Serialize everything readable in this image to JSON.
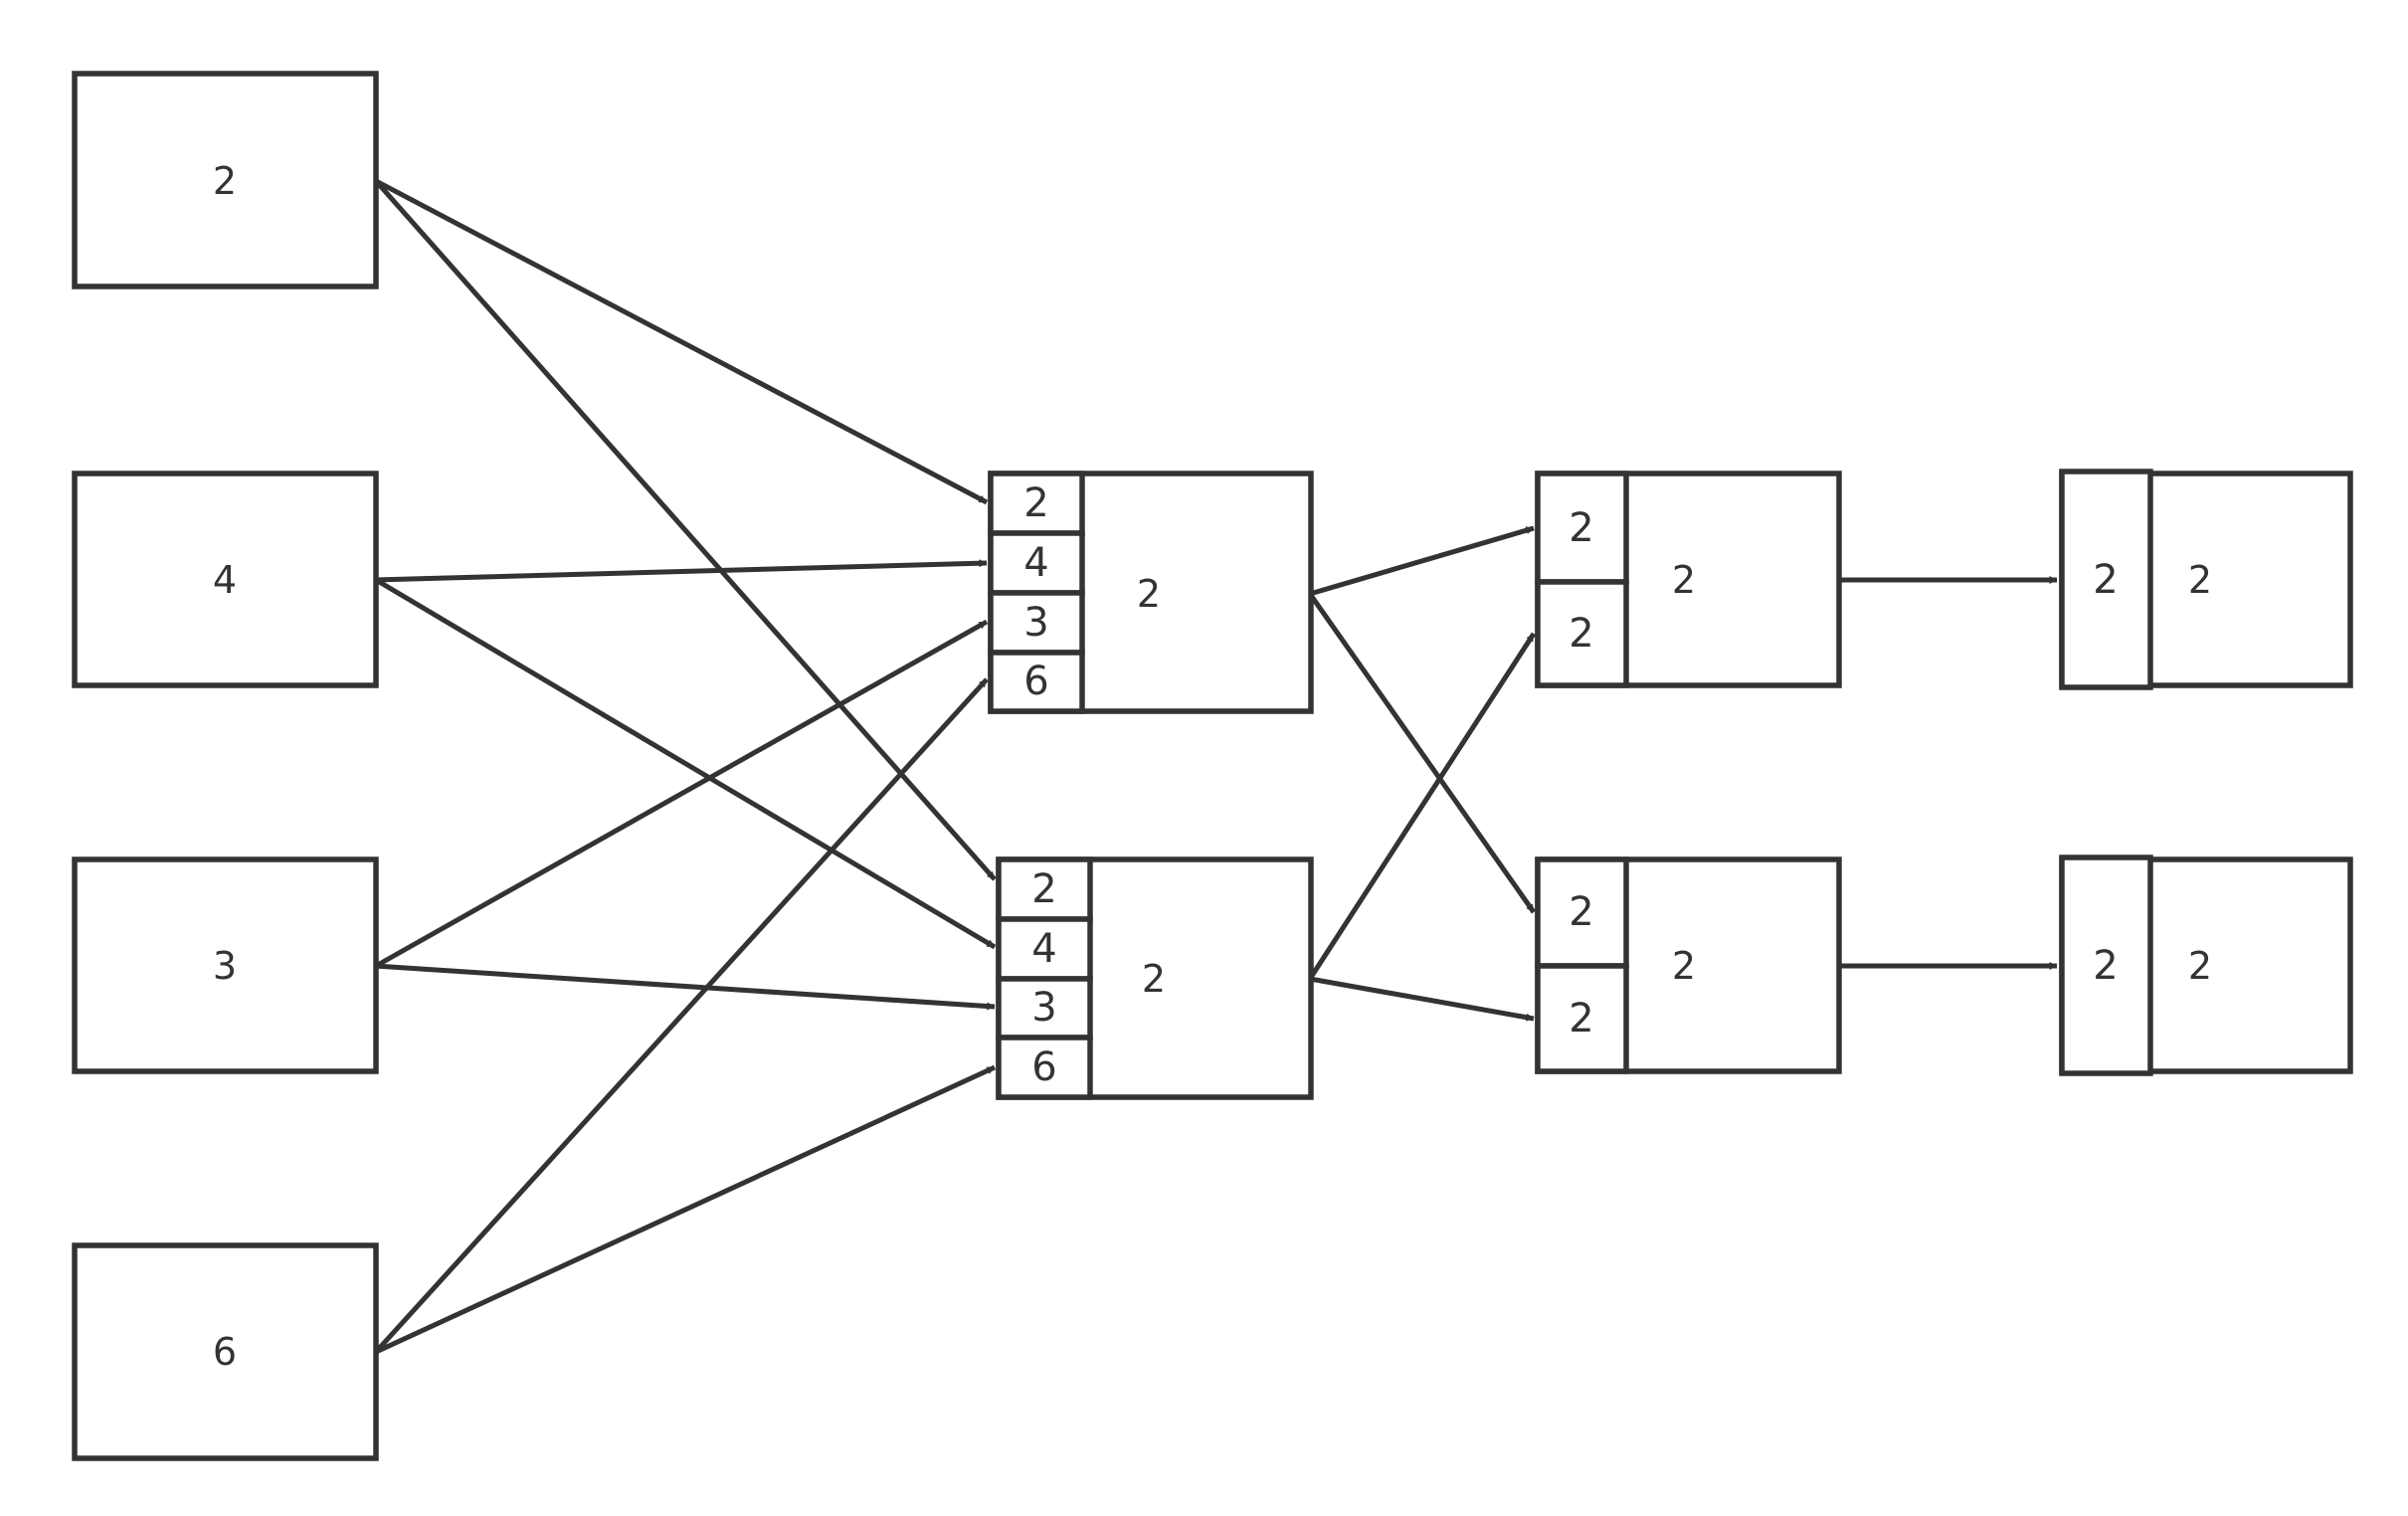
{
  "colors": {
    "stroke": "#333333",
    "background": "#ffffff"
  },
  "inputs": [
    {
      "id": "in1",
      "label": "2"
    },
    {
      "id": "in2",
      "label": "4"
    },
    {
      "id": "in3",
      "label": "3"
    },
    {
      "id": "in4",
      "label": "6"
    }
  ],
  "stage1": [
    {
      "id": "s1a",
      "slots": [
        "2",
        "4",
        "3",
        "6"
      ],
      "label": "2"
    },
    {
      "id": "s1b",
      "slots": [
        "2",
        "4",
        "3",
        "6"
      ],
      "label": "2"
    }
  ],
  "stage2": [
    {
      "id": "s2a",
      "slots": [
        "2",
        "2"
      ],
      "label": "2"
    },
    {
      "id": "s2b",
      "slots": [
        "2",
        "2"
      ],
      "label": "2"
    }
  ],
  "stage3": [
    {
      "id": "s3a",
      "slots": [
        "2"
      ],
      "label": "2"
    },
    {
      "id": "s3b",
      "slots": [
        "2"
      ],
      "label": "2"
    }
  ],
  "edges": [
    {
      "from": "in1",
      "to": "s1a.slot0"
    },
    {
      "from": "in1",
      "to": "s1b.slot0"
    },
    {
      "from": "in2",
      "to": "s1a.slot1"
    },
    {
      "from": "in2",
      "to": "s1b.slot1"
    },
    {
      "from": "in3",
      "to": "s1a.slot2"
    },
    {
      "from": "in3",
      "to": "s1b.slot2"
    },
    {
      "from": "in4",
      "to": "s1a.slot3"
    },
    {
      "from": "in4",
      "to": "s1b.slot3"
    },
    {
      "from": "s1a",
      "to": "s2a.slot0"
    },
    {
      "from": "s1a",
      "to": "s2b.slot0"
    },
    {
      "from": "s1b",
      "to": "s2a.slot1"
    },
    {
      "from": "s1b",
      "to": "s2b.slot1"
    },
    {
      "from": "s2a",
      "to": "s3a.slot0"
    },
    {
      "from": "s2b",
      "to": "s3b.slot0"
    }
  ]
}
